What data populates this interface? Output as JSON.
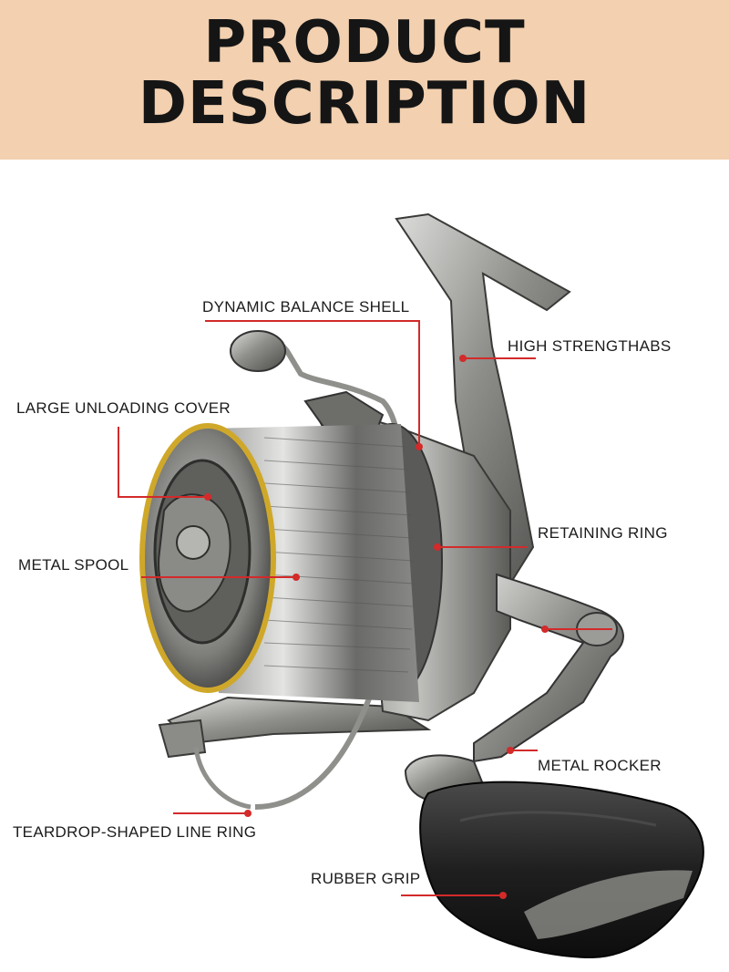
{
  "header": {
    "title_line1": "PRODUCT",
    "title_line2": "DESCRIPTION",
    "background_color": "#f2d0b0"
  },
  "accent_color": "#d32a2a",
  "labels": {
    "dynamic_balance_shell": "DYNAMIC BALANCE SHELL",
    "high_strength_abs": "HIGH STRENGTHABS",
    "large_unloading_cover": "LARGE UNLOADING COVER",
    "retaining_ring": "RETAINING RING",
    "metal_spool": "METAL SPOOL",
    "metal_rocker": "METAL ROCKER",
    "teardrop_line_ring": "TEARDROP-SHAPED LINE RING",
    "rubber_grip": "RUBBER GRIP"
  }
}
